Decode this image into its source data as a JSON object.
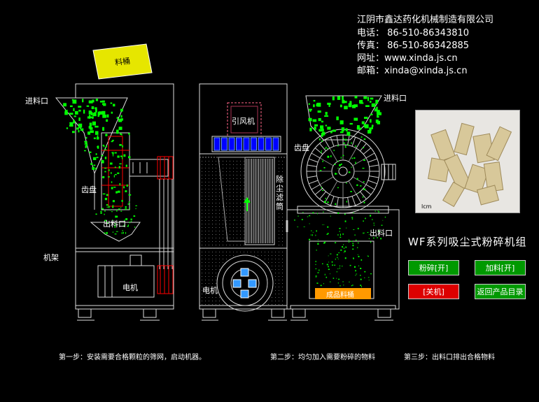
{
  "company": {
    "name": "江阴市鑫达药化机械制造有限公司",
    "phone": "电话：  86-510-86343810",
    "fax": "传真：  86-510-86342885",
    "website": "网址：www.xinda.js.cn",
    "email": "邮箱：xinda@xinda.js.cn"
  },
  "labels": {
    "barrel": "料桶",
    "inlet_left": "进料口",
    "inlet_right": "进料口",
    "gear_left": "齿盘",
    "gear_right": "齿盘",
    "outlet_left": "出料口",
    "outlet_right": "出料口",
    "frame": "机架",
    "motor_left": "电机",
    "motor_mid": "电机",
    "fan": "引风机",
    "filter": "除尘滤筒",
    "product_bin": "成品料桶"
  },
  "product_title": "WF系列吸尘式粉碎机组",
  "buttons": {
    "crush_on": "粉碎[开]",
    "feed_on": "加料[开]",
    "shutdown": "[关机]",
    "back": "返回产品目录"
  },
  "photo": {
    "scale_text": "lcm"
  },
  "steps": {
    "step1": "第一步：安装需要合格颗粒的筛网，启动机器。",
    "step2": "第二步：均匀加入需要粉碎的物料",
    "step3": "第三步：出料口排出合格物料"
  },
  "colors": {
    "particle": "#00ff00",
    "barrel_bg": "#e6e600",
    "button_green": "#009900",
    "button_red": "#dd0000",
    "product_bin": "#ff9900",
    "fan_blue": "#0000ff"
  }
}
